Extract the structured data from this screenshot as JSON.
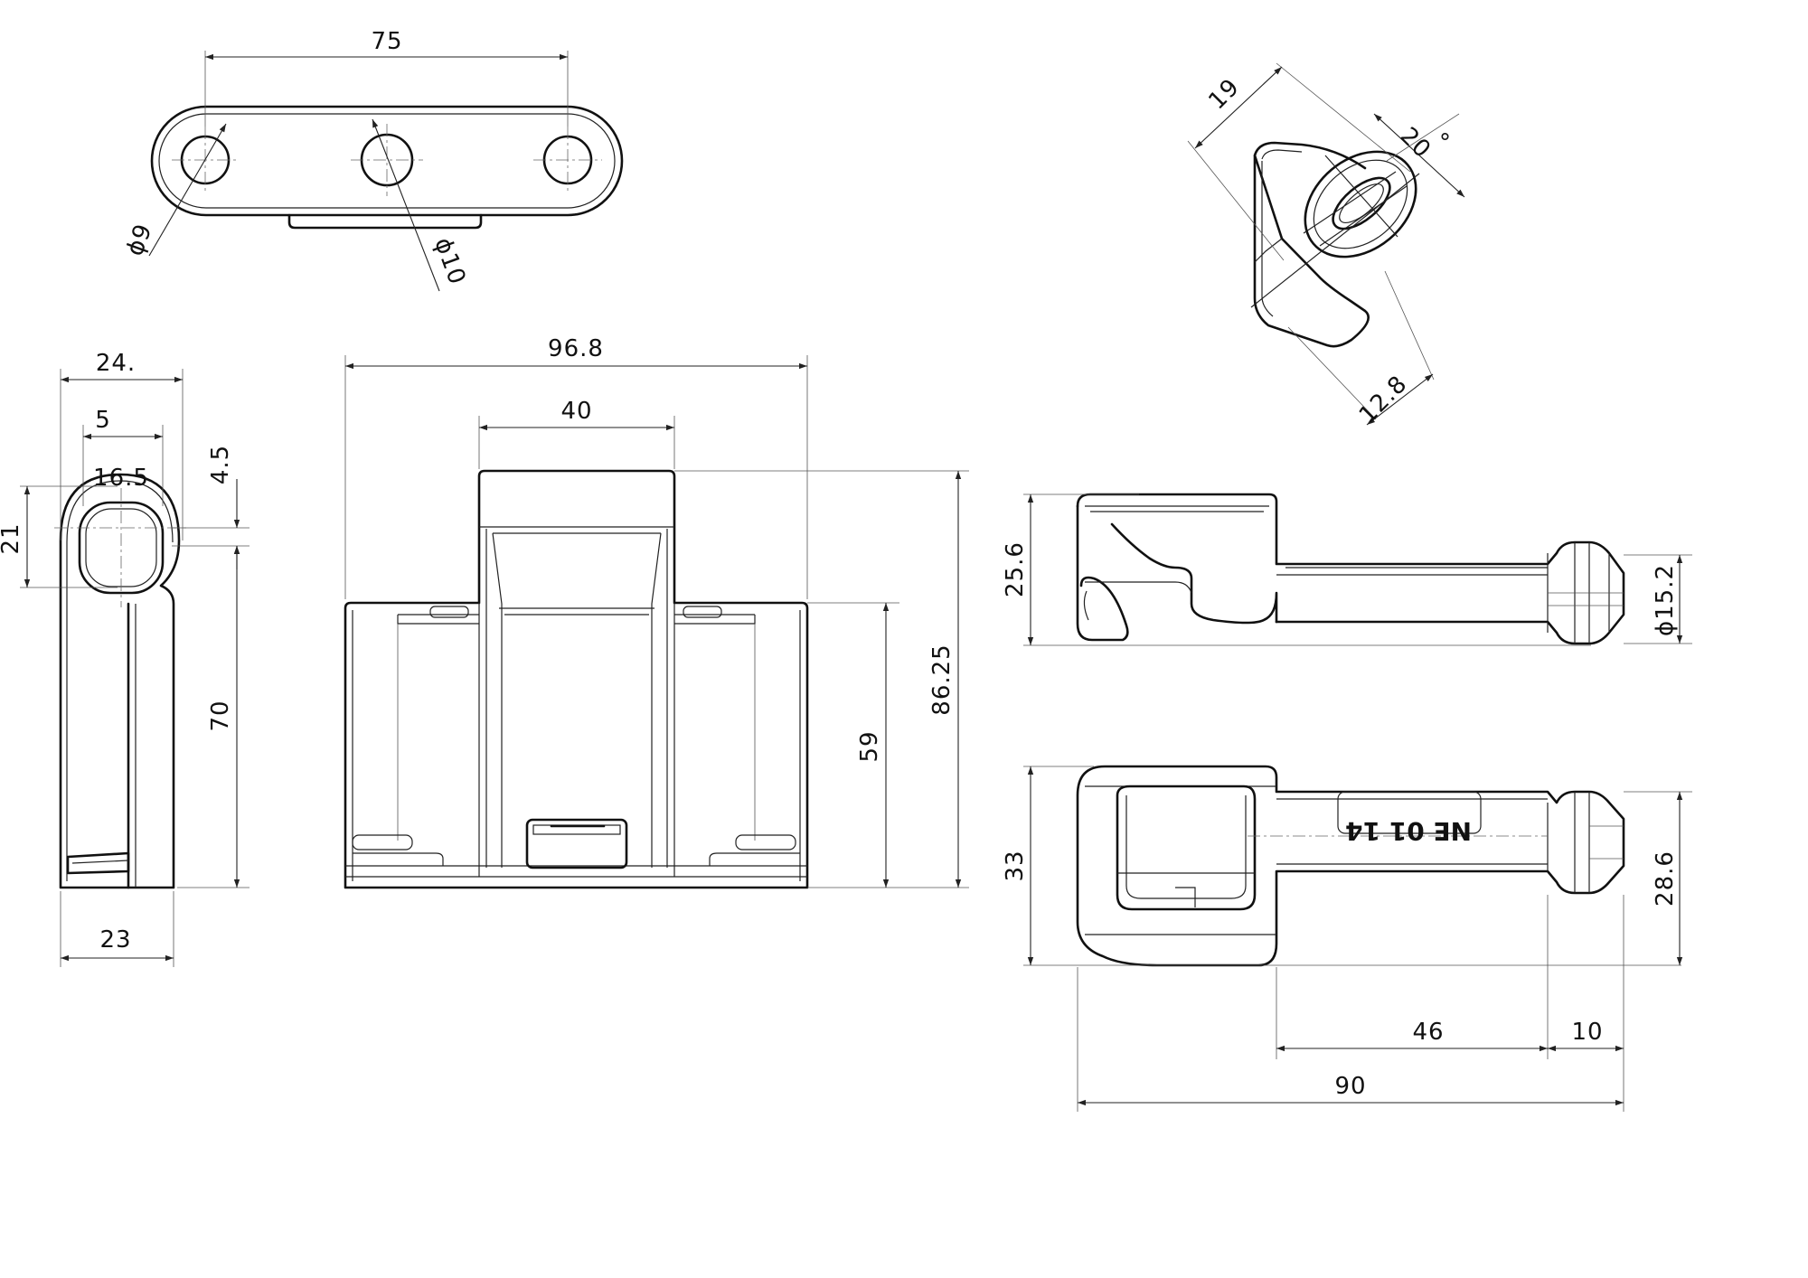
{
  "dimensions": {
    "top_width": "75",
    "top_hole_small": "ϕ9",
    "top_hole_large": "ϕ10",
    "side_top_width": "24.",
    "side_inner_width": "5",
    "side_oval_width": "16.5",
    "side_offset": "4.5",
    "side_oval_height": "21",
    "side_height": "70",
    "side_bottom_width": "23",
    "front_width": "96.8",
    "front_top_width": "40",
    "front_height": "59",
    "front_total_height": "86.25",
    "iso_19": "19",
    "iso_angle": "20",
    "iso_angle_unit": "°",
    "iso_12_8": "12.8",
    "right1_height": "25.6",
    "right1_diameter": "ϕ15.2",
    "right2_height": "33",
    "right2_diameter": "28.6",
    "right2_46": "46",
    "right2_10": "10",
    "right2_90": "90"
  },
  "part_marking": "NE 01 14"
}
